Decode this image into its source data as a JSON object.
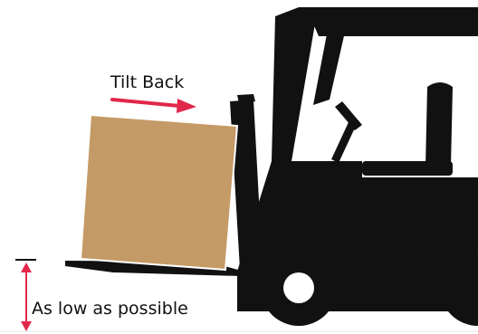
{
  "labels": {
    "tilt_back": "Tilt Back",
    "height": "As low as possible"
  },
  "colors": {
    "forklift": "#111111",
    "load": "#C49A66",
    "arrow": "#E1284A",
    "background": "#FFFFFF"
  },
  "icons": {
    "forklift": "forklift-silhouette-icon",
    "load": "cardboard-box",
    "tilt_arrow": "arrow-right-icon",
    "height_arrow": "double-arrow-vertical-icon"
  }
}
